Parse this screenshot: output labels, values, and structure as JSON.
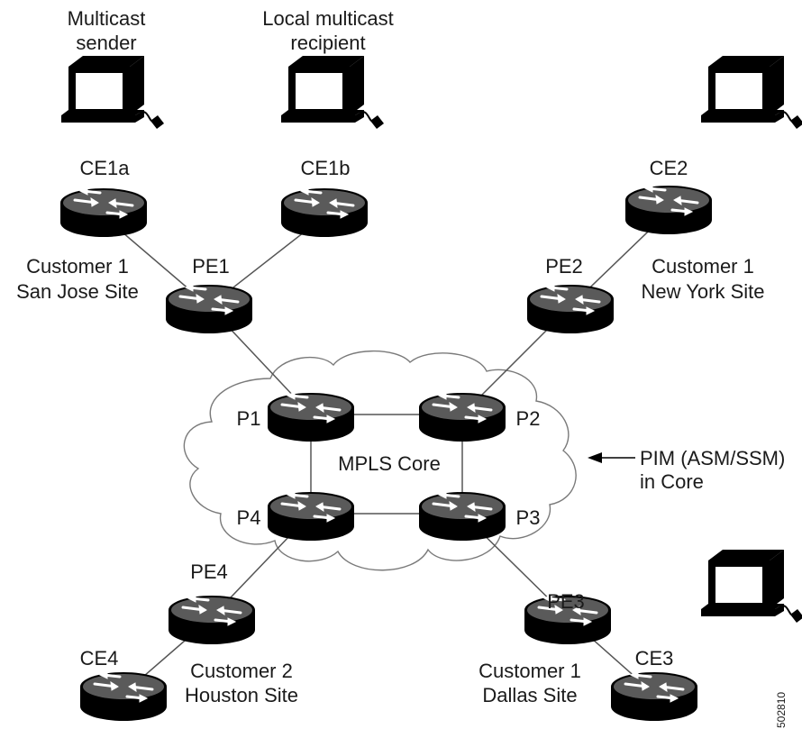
{
  "labels": {
    "multicast_sender": [
      "Multicast",
      "sender"
    ],
    "local_recipient": [
      "Local multicast",
      "recipient"
    ],
    "ce1a": "CE1a",
    "ce1b": "CE1b",
    "ce2": "CE2",
    "ce3": "CE3",
    "ce4": "CE4",
    "pe1": "PE1",
    "pe2": "PE2",
    "pe3": "PE3",
    "pe4": "PE4",
    "p1": "P1",
    "p2": "P2",
    "p3": "P3",
    "p4": "P4",
    "customer1_sanjose": [
      "Customer 1",
      "San Jose Site"
    ],
    "customer1_newyork": [
      "Customer 1",
      "New York Site"
    ],
    "customer2_houston": [
      "Customer 2",
      "Houston Site"
    ],
    "customer1_dallas": [
      "Customer 1",
      "Dallas Site"
    ],
    "mpls_core": "MPLS Core",
    "pim_core": [
      "PIM (ASM/SSM)",
      "in Core"
    ],
    "figure_id": "502810"
  },
  "icons": {
    "router": "router-icon",
    "workstation": "workstation-icon",
    "cloud": "mpls-cloud"
  }
}
